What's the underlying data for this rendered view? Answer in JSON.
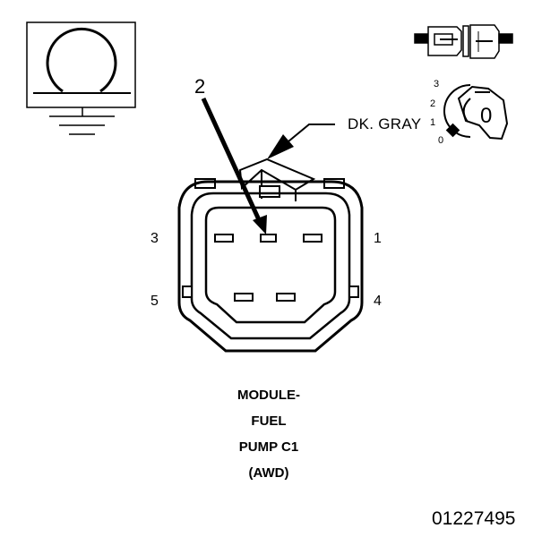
{
  "connector": {
    "color_label": "DK. GRAY",
    "callout_pin": "2",
    "pin_labels": {
      "p1": "1",
      "p3": "3",
      "p4": "4",
      "p5": "5"
    }
  },
  "key_icon": {
    "positions": [
      "3",
      "2",
      "1",
      "0"
    ],
    "key_face": "0"
  },
  "title_lines": [
    "MODULE-",
    "FUEL",
    "PUMP C1",
    "(AWD)"
  ],
  "figure_id": "01227495",
  "symbols": [
    "ground-symbol-icon",
    "connector-side-view-icon",
    "ignition-key-off-icon"
  ]
}
